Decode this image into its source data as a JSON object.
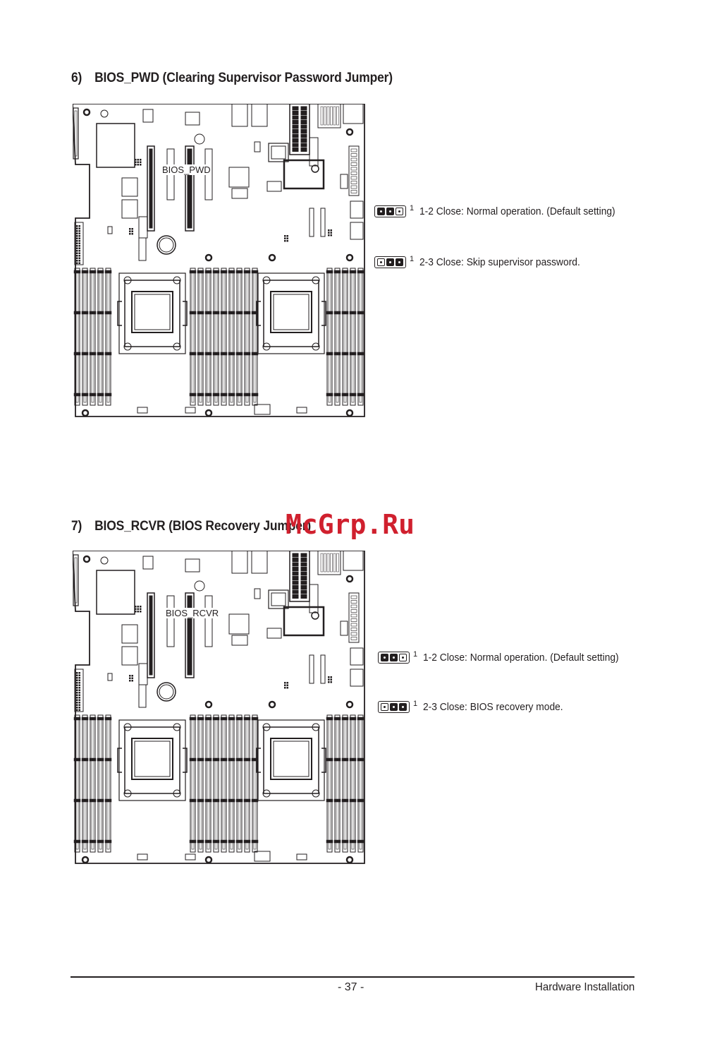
{
  "sections": [
    {
      "number": "6)",
      "title": "BIOS_PWD (Clearing Supervisor Password Jumper)",
      "callout_label": "BIOS_PWD",
      "settings": [
        {
          "pin1_label": "1",
          "text": "1-2 Close: Normal operation. (Default setting)",
          "closed_pins": [
            1,
            2
          ]
        },
        {
          "pin1_label": "1",
          "text": "2-3 Close: Skip supervisor password.",
          "closed_pins": [
            2,
            3
          ]
        }
      ]
    },
    {
      "number": "7)",
      "title": "BIOS_RCVR (BIOS Recovery Jumper)",
      "callout_label": "BIOS_RCVR",
      "settings": [
        {
          "pin1_label": "1",
          "text": "1-2 Close: Normal operation. (Default setting)",
          "closed_pins": [
            1,
            2
          ]
        },
        {
          "pin1_label": "1",
          "text": "2-3 Close: BIOS recovery mode.",
          "closed_pins": [
            2,
            3
          ]
        }
      ]
    }
  ],
  "watermark": "McGrp.Ru",
  "footer": {
    "page_number": "- 37 -",
    "section_title": "Hardware Installation"
  }
}
